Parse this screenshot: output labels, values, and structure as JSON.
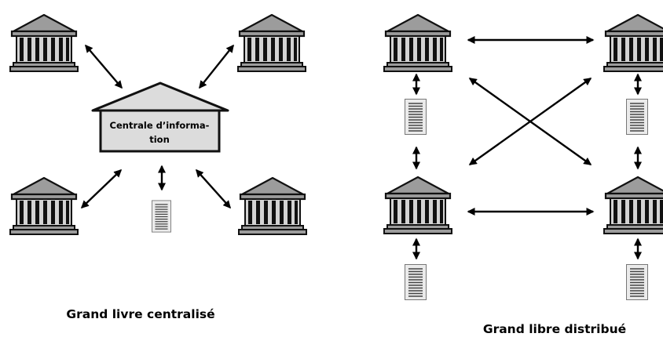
{
  "centralized": {
    "hub_label_line1": "Centrale d’informa-",
    "hub_label_line2": "tion",
    "caption": "Grand livre centralisé"
  },
  "distributed": {
    "caption": "Grand libre distribué"
  },
  "icons": {
    "node": "bank-building-icon",
    "record": "document-icon",
    "hub": "house-icon"
  },
  "colors": {
    "building_fill": "#9c9c9c",
    "building_light": "#d3d3d3",
    "hub_fill": "#dcdcdc",
    "document_fill": "#ebebeb",
    "stroke": "#111111"
  }
}
